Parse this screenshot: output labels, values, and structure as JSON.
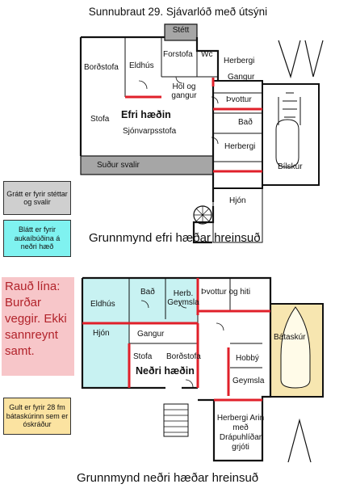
{
  "title": "Sunnubraut 29. Sjávarlóð með útsýni",
  "colors": {
    "gray_area": "#a6a6a6",
    "cyan_area": "#c8f2f2",
    "red_line": "#e0202a",
    "gold_area": "#f7e6b0",
    "legend_gray": "#cfcfcf",
    "legend_cyan": "#7ff2f0",
    "legend_red": "#f7c6c9",
    "legend_gold": "#fbe3a1"
  },
  "upper": {
    "caption": "Grunnmynd efri hæðar hreinsuð",
    "floor_label": "Efri hæðin",
    "rooms": {
      "stett": "Stétt",
      "bordstofa": "Borðstofa",
      "eldhus": "Eldhús",
      "forstofa": "Forstofa",
      "wc": "Wc",
      "herbergi1": "Herbergi",
      "hol": "Hol og gangur",
      "gangur": "Gangur",
      "pvottur": "Þvottur",
      "bad": "Bað",
      "stofa": "Stofa",
      "sjonvarp": "Sjónvarpsstofa",
      "herbergi2": "Herbergi",
      "sudur_svalir": "Suður svalir",
      "bilskur": "Bílskúr",
      "hjon": "Hjón"
    }
  },
  "lower": {
    "caption": "Grunnmynd neðri hæðar hreinsuð",
    "floor_label": "Neðri hæðin",
    "rooms": {
      "eldhus": "Eldhús",
      "bad": "Bað",
      "herb_geymsla": "Herb. Geymsla",
      "pvottur": "Þvottur og hiti",
      "hjon": "Hjón",
      "gangur": "Gangur",
      "bataskur": "Bátaskúr",
      "stofa": "Stofa",
      "bordstofa": "Borðstofa",
      "hobby": "Hobbý",
      "geymsla": "Geymsla",
      "herbergi": "Herbergi Arin með Drápuhlíðar grjóti"
    }
  },
  "legends": {
    "gray": "Grátt er fyrir stéttar og svalir",
    "cyan": "Blátt er fyrir aukaíbúðina á neðri hæð",
    "red": "Rauð lína: Burðar veggir. Ekki sannreynt samt.",
    "gold": "Gult er fyrir 28 fm bátaskúrinn sem er óskráður"
  }
}
